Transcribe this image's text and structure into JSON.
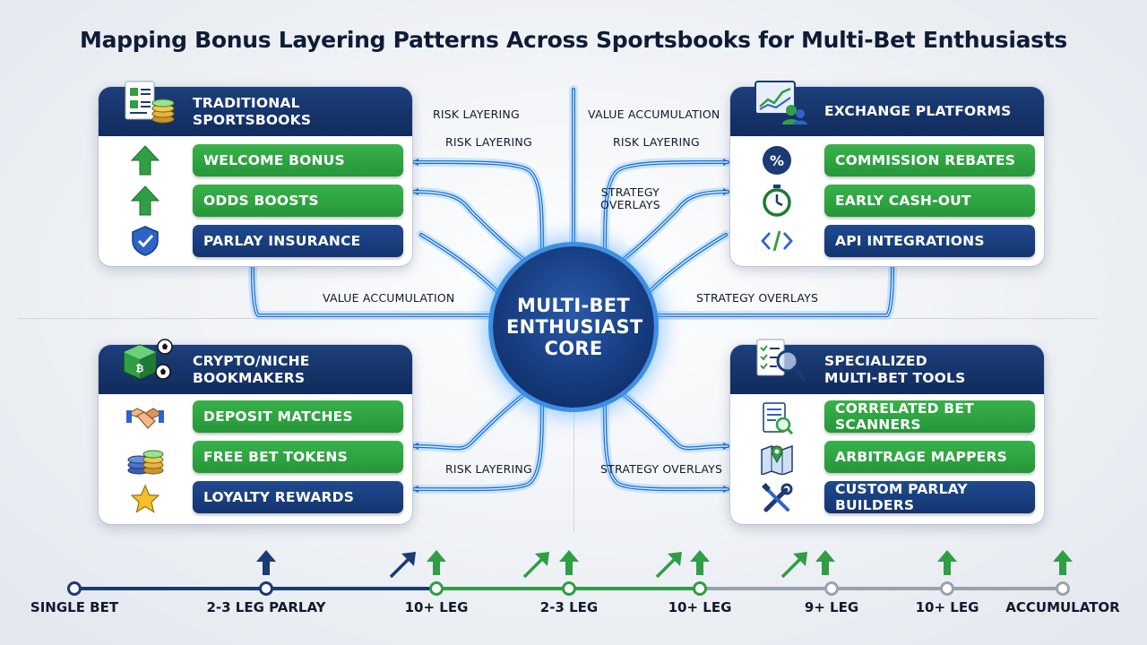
{
  "title": "Mapping Bonus Layering Patterns Across Sportsbooks for Multi-Bet Enthusiasts",
  "hub": {
    "label": "MULTI-BET\nENTHUSIAST\nCORE"
  },
  "panels": {
    "traditional": {
      "title": "TRADITIONAL SPORTSBOOKS",
      "icon": "document-coins-icon",
      "items": [
        {
          "label": "WELCOME BONUS",
          "icon": "up-arrow-icon",
          "style": "green"
        },
        {
          "label": "ODDS BOOSTS",
          "icon": "up-arrow-icon",
          "style": "green"
        },
        {
          "label": "PARLAY INSURANCE",
          "icon": "shield-check-icon",
          "style": "blue"
        }
      ]
    },
    "exchange": {
      "title": "EXCHANGE PLATFORMS",
      "icon": "chart-users-icon",
      "items": [
        {
          "label": "COMMISSION REBATES",
          "icon": "percent-icon",
          "style": "green"
        },
        {
          "label": "EARLY CASH-OUT",
          "icon": "stopwatch-icon",
          "style": "green"
        },
        {
          "label": "API INTEGRATIONS",
          "icon": "code-icon",
          "style": "blue"
        }
      ]
    },
    "crypto": {
      "title": "CRYPTO/NICHE\nBOOKMAKERS",
      "icon": "crypto-cube-icon",
      "items": [
        {
          "label": "DEPOSIT MATCHES",
          "icon": "handshake-icon",
          "style": "green"
        },
        {
          "label": "FREE BET TOKENS",
          "icon": "token-stack-icon",
          "style": "green"
        },
        {
          "label": "LOYALTY REWARDS",
          "icon": "star-icon",
          "style": "blue"
        }
      ]
    },
    "tools": {
      "title": "SPECIALIZED\nMULTI-BET TOOLS",
      "icon": "checklist-magnifier-icon",
      "items": [
        {
          "label": "CORRELATED BET SCANNERS",
          "icon": "scanner-doc-icon",
          "style": "green"
        },
        {
          "label": "ARBITRAGE MAPPERS",
          "icon": "map-pin-icon",
          "style": "green"
        },
        {
          "label": "CUSTOM PARLAY BUILDERS",
          "icon": "wrench-tools-icon",
          "style": "blue"
        }
      ]
    }
  },
  "flow_labels": {
    "tl_risk_top": "RISK LAYERING",
    "tl_risk_mid": "RISK LAYERING",
    "tr_value": "VALUE ACCUMULATION",
    "tr_risk": "RISK LAYERING",
    "tr_strategy": "STRATEGY\nOVERLAYS",
    "left_value": "VALUE ACCUMULATION",
    "right_strategy": "STRATEGY OVERLAYS",
    "bl_risk": "RISK LAYERING",
    "br_strategy": "STRATEGY OVERLAYS"
  },
  "timeline": {
    "stops": [
      {
        "label": "SINGLE BET"
      },
      {
        "label": "2-3 LEG PARLAY"
      },
      {
        "label": "10+ LEG"
      },
      {
        "label": "2-3 LEG"
      },
      {
        "label": "10+ LEG"
      },
      {
        "label": "9+ LEG"
      },
      {
        "label": "10+ LEG"
      },
      {
        "label": "ACCUMULATOR"
      }
    ],
    "colors": {
      "navy": "#1c3a73",
      "green": "#2f9e44",
      "gray": "#9aa3ad"
    }
  }
}
